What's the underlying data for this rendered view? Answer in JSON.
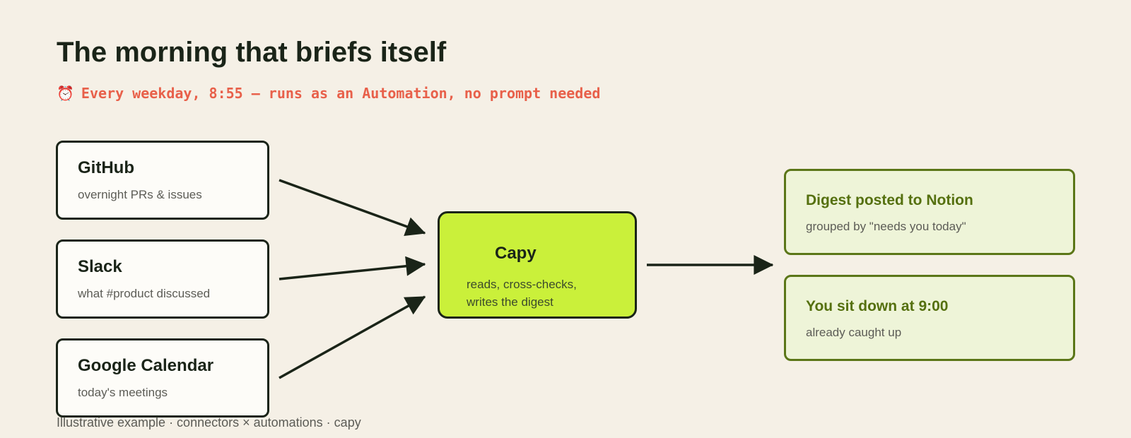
{
  "title": "The morning that briefs itself",
  "schedule": {
    "icon": "alarm-clock-icon",
    "glyph": "⏰",
    "text": "Every weekday, 8:55 — runs as an Automation, no prompt needed"
  },
  "sources": [
    {
      "name": "GitHub",
      "desc": "overnight PRs & issues"
    },
    {
      "name": "Slack",
      "desc": "what #product discussed"
    },
    {
      "name": "Google Calendar",
      "desc": "today's meetings"
    }
  ],
  "hub": {
    "name": "Capy",
    "desc": "reads, cross-checks,\nwrites the digest"
  },
  "outputs": [
    {
      "name": "Digest posted to Notion",
      "desc": "grouped by \"needs you today\""
    },
    {
      "name": "You sit down at 9:00",
      "desc": "already caught up"
    }
  ],
  "footer": "Illustrative example · connectors × automations · capy",
  "colors": {
    "background": "#f5f0e6",
    "hub_fill": "#caf03a",
    "accent_text": "#e8604a",
    "output_fill": "#eef4d8",
    "output_border": "#5b7618",
    "ink": "#1a2418"
  }
}
